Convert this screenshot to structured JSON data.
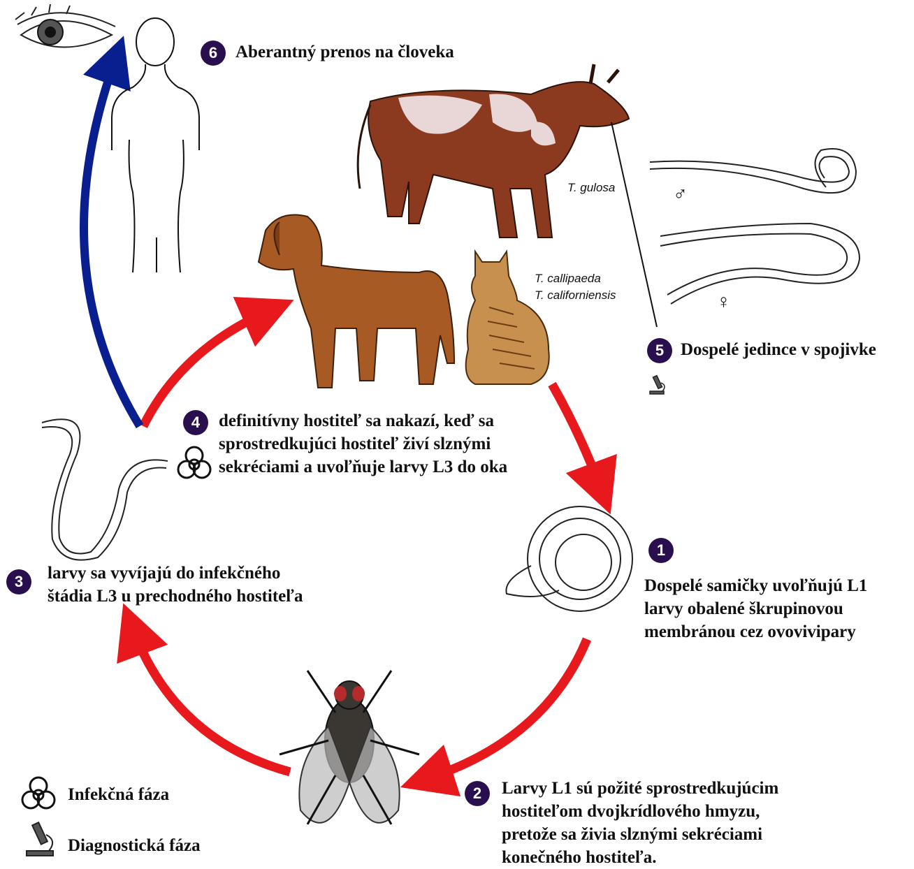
{
  "steps": [
    {
      "number": "1",
      "lines": [
        "Dospelé samičky uvoľňujú L1",
        "larvy obalené škrupinovou",
        "membránou cez ovovivipary"
      ]
    },
    {
      "number": "2",
      "lines": [
        "Larvy L1 sú požité sprostredkujúcim",
        "hostiteľom dvojkrídlového hmyzu,",
        "pretože sa živia slznými sekréciami",
        "konečného hostiteľa."
      ]
    },
    {
      "number": "3",
      "lines": [
        "larvy sa vyvíjajú do infekčného",
        "štádia L3 u prechodného hostiteľa"
      ]
    },
    {
      "number": "4",
      "lines": [
        "definitívny hostiteľ sa nakazí, keď sa",
        "sprostredkujúci hostiteľ živí slznými",
        "sekréciami a uvoľňuje larvy L3 do oka"
      ]
    },
    {
      "number": "5",
      "lines": [
        "Dospelé jedince v spojivke"
      ]
    },
    {
      "number": "6",
      "lines": [
        "Aberantný prenos na človeka"
      ]
    }
  ],
  "species": {
    "cow": "T. gulosa",
    "dog_cat_1": "T. callipaeda",
    "dog_cat_2": "T. californiensis"
  },
  "sex_symbols": {
    "male": "♂",
    "female": "♀"
  },
  "legend": {
    "infectious": "Infekčná fáza",
    "diagnostic": "Diagnostická fáza"
  },
  "colors": {
    "cycle_arrow": "#e8191c",
    "human_arrow": "#0a1f8f",
    "badge": "#2a0f4e"
  },
  "icons": [
    "biohazard-icon",
    "microscope-icon"
  ]
}
